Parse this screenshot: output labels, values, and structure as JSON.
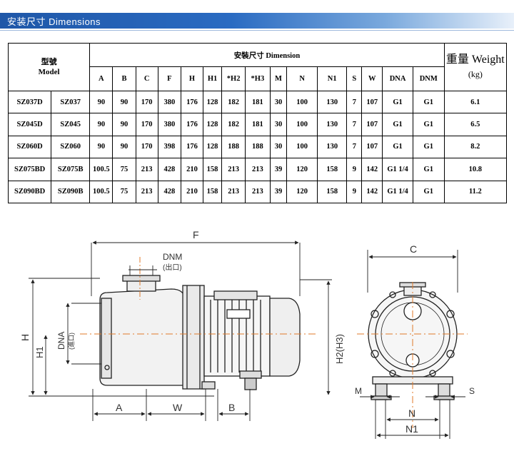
{
  "banner": {
    "title": "安装尺寸  Dimensions"
  },
  "table": {
    "model_header_cn": "型號",
    "model_header_en": "Model",
    "dimension_header": "安裝尺寸  Dimension",
    "weight_header": "重量 Weight",
    "weight_unit": "(kg)",
    "columns": [
      "A",
      "B",
      "C",
      "F",
      "H",
      "H1",
      "*H2",
      "*H3",
      "M",
      "N",
      "N1",
      "S",
      "W",
      "DNA",
      "DNM"
    ],
    "rows": [
      {
        "model1": "SZ037D",
        "model2": "SZ037",
        "values": [
          "90",
          "90",
          "170",
          "380",
          "176",
          "128",
          "182",
          "181",
          "30",
          "100",
          "130",
          "7",
          "107",
          "G1",
          "G1"
        ],
        "weight": "6.1"
      },
      {
        "model1": "SZ045D",
        "model2": "SZ045",
        "values": [
          "90",
          "90",
          "170",
          "380",
          "176",
          "128",
          "182",
          "181",
          "30",
          "100",
          "130",
          "7",
          "107",
          "G1",
          "G1"
        ],
        "weight": "6.5"
      },
      {
        "model1": "SZ060D",
        "model2": "SZ060",
        "values": [
          "90",
          "90",
          "170",
          "398",
          "176",
          "128",
          "188",
          "188",
          "30",
          "100",
          "130",
          "7",
          "107",
          "G1",
          "G1"
        ],
        "weight": "8.2"
      },
      {
        "model1": "SZ075BD",
        "model2": "SZ075B",
        "values": [
          "100.5",
          "75",
          "213",
          "428",
          "210",
          "158",
          "213",
          "213",
          "39",
          "120",
          "158",
          "9",
          "142",
          "G1 1/4",
          "G1"
        ],
        "weight": "10.8"
      },
      {
        "model1": "SZ090BD",
        "model2": "SZ090B",
        "values": [
          "100.5",
          "75",
          "213",
          "428",
          "210",
          "158",
          "213",
          "213",
          "39",
          "120",
          "158",
          "9",
          "142",
          "G1 1/4",
          "G1"
        ],
        "weight": "11.2"
      }
    ]
  },
  "drawing": {
    "labels": {
      "F": "F",
      "DNM": "DNM",
      "DNM_cn": "(出口)",
      "H": "H",
      "H1": "H1",
      "DNA": "DNA",
      "DNA_cn": "(進口)",
      "H2H3": "H2(H3)",
      "A": "A",
      "W": "W",
      "B": "B",
      "C": "C",
      "M": "M",
      "S": "S",
      "N": "N",
      "N1": "N1"
    }
  }
}
